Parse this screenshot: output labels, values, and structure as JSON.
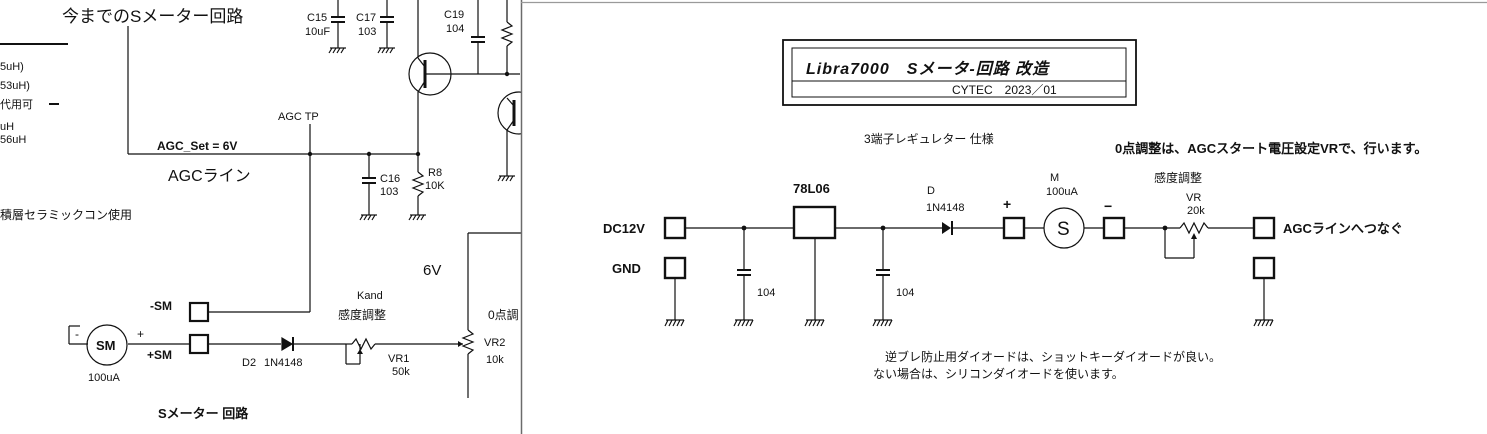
{
  "left": {
    "title": "今までのSメーター回路",
    "c15_name": "C15",
    "c15_val": "10uF",
    "c17_name": "C17",
    "c17_val": "103",
    "c19_name": "C19",
    "c19_val": "104",
    "frag1": "5uH)",
    "frag2": "53uH)",
    "frag3": "代用可",
    "frag4": "uH",
    "frag5": "56uH",
    "agc_tp": "AGC TP",
    "agc_set": "AGC_Set = 6V",
    "agc_line": "AGCライン",
    "c16_name": "C16",
    "c16_val": "103",
    "r8_name": "R8",
    "r8_val": "10K",
    "ceramic_note": "積層セラミックコン使用",
    "v6": "6V",
    "kand": "Kand",
    "sens_adj": "感度調整",
    "zero_frag": "0点調",
    "minus_sm": "-SM",
    "plus_sm": "+SM",
    "minus": "-",
    "plus": "+",
    "sm": "SM",
    "meter_val": "100uA",
    "d2": "D2",
    "d2_part": "1N4148",
    "vr1_name": "VR1",
    "vr1_val": "50k",
    "vr2_name": "VR2",
    "vr2_val": "10k",
    "caption": "Sメーター 回路"
  },
  "right": {
    "title_main": "Libra7000　Sメータ-回路 改造",
    "title_sub": "CYTEC　2023／01",
    "spec_note": "3端子レギュレター 仕様",
    "zero_adj_note": "0点調整は、AGCスタート電圧設定VRで、行います。",
    "regulator": "78L06",
    "dc12v": "DC12V",
    "gnd": "GND",
    "cap1": "104",
    "cap2": "104",
    "diode_name": "D",
    "diode_part": "1N4148",
    "plus": "+",
    "minus": "−",
    "meter_name": "M",
    "meter_val": "100uA",
    "meter_symbol": "S",
    "sens_adj": "感度調整",
    "vr_name": "VR",
    "vr_val": "20k",
    "agc_connect": "AGCラインへつなぐ",
    "note1": "逆ブレ防止用ダイオードは、ショットキーダイオードが良い。",
    "note2": "ない場合は、シリコンダイオードを使います。"
  }
}
